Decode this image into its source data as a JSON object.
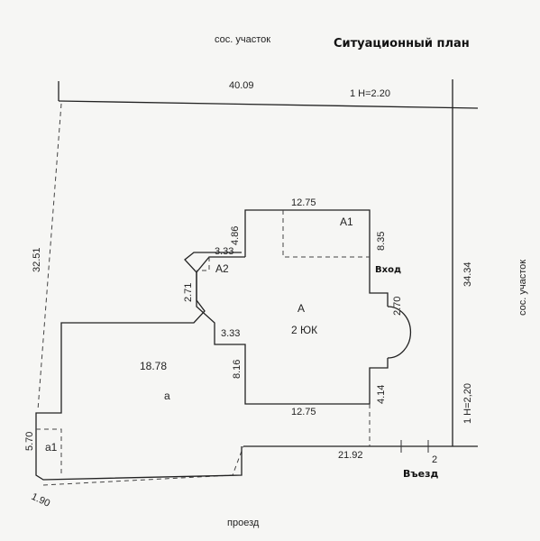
{
  "title": "Ситуационный план",
  "neighbors": {
    "top": "сос. участок",
    "right": "сос. участок",
    "bottom": "проезд"
  },
  "labels": {
    "entrance": "Вход",
    "driveway": "Въезд",
    "building_main": "А",
    "building_main_type": "2 ЮК",
    "annex_a1": "А1",
    "annex_a2": "А2",
    "outbuilding_a": "а",
    "outbuilding_a1": "а1",
    "fence_top": "1 Н=2.20",
    "fence_right": "1 Н=2,20",
    "fence_bottom_mark": "2"
  },
  "dimensions": {
    "top_boundary": "40.09",
    "left_boundary": "32.51",
    "right_boundary": "34.34",
    "bottom_boundary": "21.92",
    "house_top": "12.75",
    "house_bottom": "12.75",
    "a1_height": "8.35",
    "house_upper_left": "4.86",
    "a2_width": "3.33",
    "a2_height": "2.71",
    "house_mid_step": "3.33",
    "house_left": "8.16",
    "porch": "2.70",
    "house_right_lower": "4.14",
    "yard_a": "18.78",
    "a1_left_height": "5.70",
    "corner_small": "1.90"
  }
}
